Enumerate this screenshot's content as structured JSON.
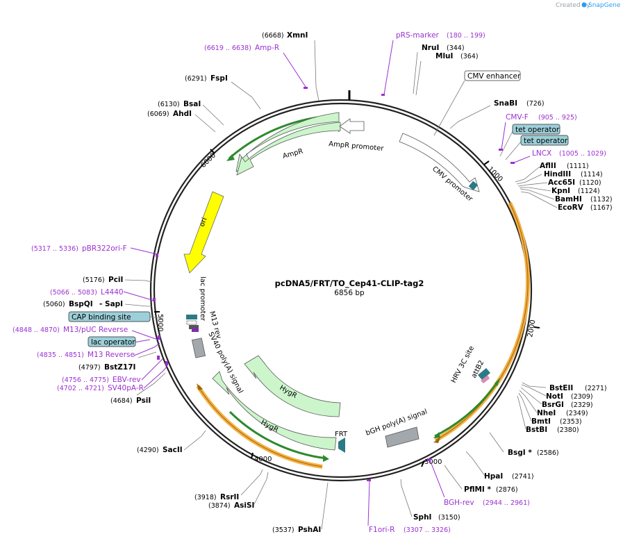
{
  "branding": {
    "created_by": "Created by",
    "app": "SnapGene"
  },
  "plasmid": {
    "name": "pcDNA5/FRT/TO_Cep41-CLIP-tag2",
    "length": "6856 bp"
  },
  "ticks": [
    "1000",
    "2000",
    "3000",
    "4000",
    "5000",
    "6000"
  ],
  "enzymes": [
    {
      "name": "XmnI",
      "pos": "(6668)"
    },
    {
      "name": "NruI",
      "pos": "(344)"
    },
    {
      "name": "MluI",
      "pos": "(364)"
    },
    {
      "name": "FspI",
      "pos": "(6291)"
    },
    {
      "name": "BsaI",
      "pos": "(6130)"
    },
    {
      "name": "AhdI",
      "pos": "(6069)"
    },
    {
      "name": "SnaBI",
      "pos": "(726)"
    },
    {
      "name": "AflII",
      "pos": "(1111)"
    },
    {
      "name": "HindIII",
      "pos": "(1114)"
    },
    {
      "name": "Acc65I",
      "pos": "(1120)"
    },
    {
      "name": "KpnI",
      "pos": "(1124)"
    },
    {
      "name": "BamHI",
      "pos": "(1132)"
    },
    {
      "name": "EcoRV",
      "pos": "(1167)"
    },
    {
      "name": "PciI",
      "pos": "(5176)"
    },
    {
      "name": "BspQI",
      "pos": "(5060)"
    },
    {
      "name": "- SapI",
      "pos": ""
    },
    {
      "name": "BstZ17I",
      "pos": "(4797)"
    },
    {
      "name": "PsiI",
      "pos": "(4684)"
    },
    {
      "name": "BstEII",
      "pos": "(2271)"
    },
    {
      "name": "NotI",
      "pos": "(2309)"
    },
    {
      "name": "BsrGI",
      "pos": "(2329)"
    },
    {
      "name": "NheI",
      "pos": "(2349)"
    },
    {
      "name": "BmtI",
      "pos": "(2353)"
    },
    {
      "name": "BstBI",
      "pos": "(2380)"
    },
    {
      "name": "BsgI *",
      "pos": "(2586)"
    },
    {
      "name": "HpaI",
      "pos": "(2741)"
    },
    {
      "name": "PflMI *",
      "pos": "(2876)"
    },
    {
      "name": "SphI",
      "pos": "(3150)"
    },
    {
      "name": "SacII",
      "pos": "(4290)"
    },
    {
      "name": "RsrII",
      "pos": "(3918)"
    },
    {
      "name": "AsiSI",
      "pos": "(3874)"
    },
    {
      "name": "PshAI",
      "pos": "(3537)"
    }
  ],
  "primers": [
    {
      "name": "pRS-marker",
      "range": "(180 .. 199)"
    },
    {
      "name": "Amp-R",
      "range": "(6619 .. 6638)"
    },
    {
      "name": "CMV-F",
      "range": "(905 .. 925)"
    },
    {
      "name": "LNCX",
      "range": "(1005 .. 1029)"
    },
    {
      "name": "pBR322ori-F",
      "range": "(5317 .. 5336)"
    },
    {
      "name": "L4440",
      "range": "(5066 .. 5083)"
    },
    {
      "name": "M13/pUC Reverse",
      "range": "(4848 .. 4870)"
    },
    {
      "name": "M13 Reverse",
      "range": "(4835 .. 4851)"
    },
    {
      "name": "EBV-rev",
      "range": "(4756 .. 4775)"
    },
    {
      "name": "SV40pA-R",
      "range": "(4702 .. 4721)"
    },
    {
      "name": "BGH-rev",
      "range": "(2944 .. 2961)"
    },
    {
      "name": "F1ori-R",
      "range": "(3307 .. 3326)"
    }
  ],
  "boxed_labels": [
    "CMV enhancer",
    "tet operator",
    "tet operator",
    "CAP binding site",
    "lac operator"
  ],
  "features": [
    "AmpR promoter",
    "AmpR",
    "ori",
    "CMV promoter",
    "lac promoter",
    "M13 rev",
    "SV40 poly(A) signal",
    "HygR",
    "HygR",
    "FRT",
    "bGH poly(A) signal",
    "HRV 3C site",
    "attB2"
  ],
  "colors": {
    "primer": "#9b30d0",
    "ampr": "#ccf5cc",
    "ori": "#ffff00",
    "orange_arc": "#f5b042",
    "green_arc": "#2d8a2d",
    "box": "#9ccfd9"
  }
}
